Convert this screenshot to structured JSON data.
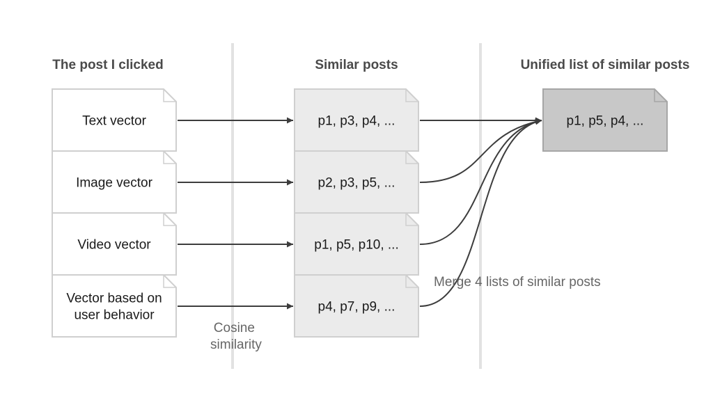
{
  "columns": {
    "source": {
      "heading": "The post I clicked"
    },
    "similar": {
      "heading": "Similar posts"
    },
    "unified": {
      "heading": "Unified list of similar posts"
    }
  },
  "vectors": [
    {
      "label": [
        "Text vector"
      ]
    },
    {
      "label": [
        "Image vector"
      ]
    },
    {
      "label": [
        "Video vector"
      ]
    },
    {
      "label": [
        "Vector based on",
        "user behavior"
      ]
    }
  ],
  "similar_lists": [
    {
      "label": "p1, p3, p4, ..."
    },
    {
      "label": "p2, p3, p5, ..."
    },
    {
      "label": "p1, p5, p10, ..."
    },
    {
      "label": "p4, p7, p9, ..."
    }
  ],
  "unified_list": {
    "label": "p1, p5, p4, ..."
  },
  "annotations": {
    "cosine": [
      "Cosine",
      "similarity"
    ],
    "merge": "Merge 4 lists of similar posts"
  },
  "colors": {
    "divider": "#e2e2e2",
    "source_fill": "#ffffff",
    "similar_fill": "#ebebeb",
    "unified_fill": "#c8c8c8",
    "doc_border": "#cfcfcf",
    "unified_border": "#a6a6a6",
    "arrow": "#3d3d3d"
  }
}
